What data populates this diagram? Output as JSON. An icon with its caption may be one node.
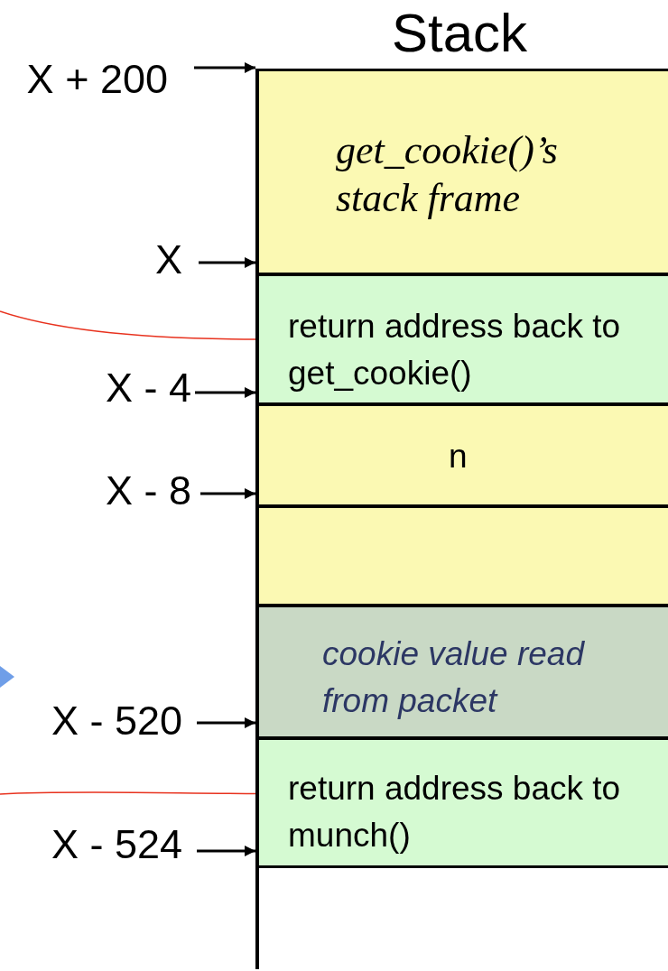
{
  "diagram": {
    "title": "Stack",
    "nodes": [
      {
        "text": [
          "get_cookie()’s stack frame"
        ]
      },
      {
        "text": [
          "return address back to get_cookie()"
        ]
      },
      {
        "text": [
          "n"
        ]
      },
      {
        "text": [],
        "shape": "box"
      },
      {
        "text": [
          "cookie value read from packet"
        ]
      },
      {
        "text": [
          "return address back to munch()"
        ]
      },
      {
        "text": [
          "X + 200"
        ]
      },
      {
        "text": [
          "X"
        ]
      },
      {
        "text": [
          "X - 4"
        ]
      },
      {
        "text": [
          "X - 8"
        ]
      },
      {
        "text": [
          "X - 520"
        ]
      },
      {
        "text": [
          "X - 524"
        ]
      },
      {
        "text": [],
        "shape": "bar"
      }
    ],
    "edges": [
      {
        "from": 6,
        "to": 12,
        "arrow": "to"
      },
      {
        "from": 7,
        "to": 12,
        "arrow": "to"
      },
      {
        "from": 8,
        "to": 12,
        "arrow": "to"
      },
      {
        "from": 9,
        "to": 12,
        "arrow": "to"
      },
      {
        "from": 10,
        "to": 12,
        "arrow": "to"
      },
      {
        "from": 11,
        "to": 12,
        "arrow": "to"
      },
      {
        "from": null,
        "to": 1,
        "arrow": "none",
        "color": "#e8321e"
      },
      {
        "from": null,
        "to": 5,
        "arrow": "none",
        "color": "#e8321e"
      }
    ]
  }
}
